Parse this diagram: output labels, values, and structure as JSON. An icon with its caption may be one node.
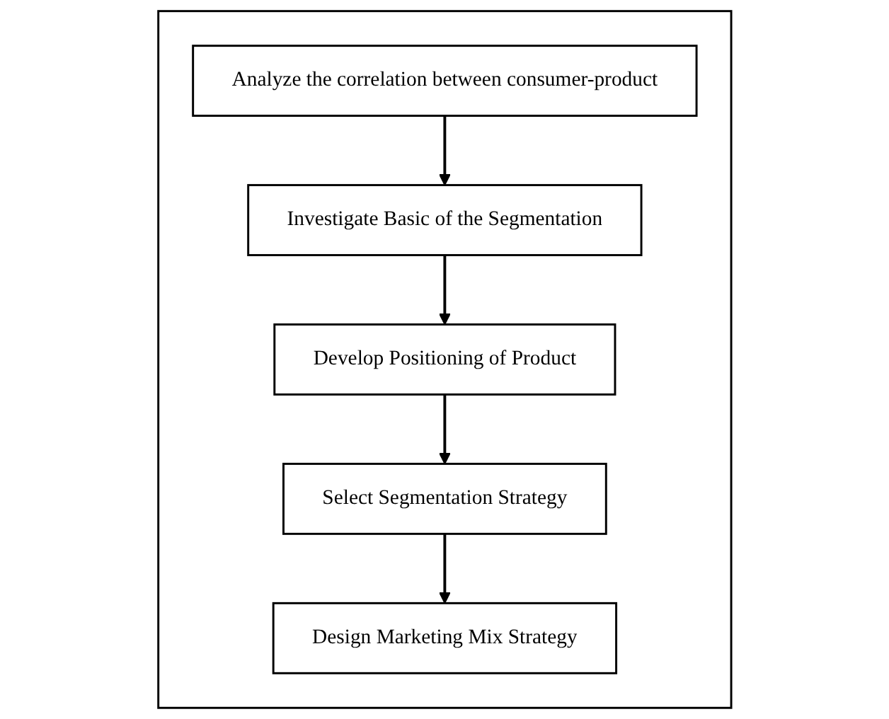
{
  "diagram": {
    "nodes": [
      {
        "text": [],
        "shape": "box"
      },
      {
        "text": [
          "Analyze the correlation between consumer-product"
        ],
        "in": 0
      },
      {
        "text": [
          "Investigate Basic of the Segmentation"
        ],
        "in": 0
      },
      {
        "text": [
          "Develop Positioning of Product"
        ],
        "in": 0
      },
      {
        "text": [
          "Select Segmentation Strategy"
        ],
        "in": 0
      },
      {
        "text": [
          "Design Marketing Mix Strategy"
        ],
        "in": 0
      }
    ],
    "edges": [
      {
        "from": 1,
        "to": 2,
        "arrow": "to"
      },
      {
        "from": 2,
        "to": 3,
        "arrow": "to"
      },
      {
        "from": 3,
        "to": 4,
        "arrow": "to"
      },
      {
        "from": 4,
        "to": 5,
        "arrow": "to"
      }
    ]
  }
}
